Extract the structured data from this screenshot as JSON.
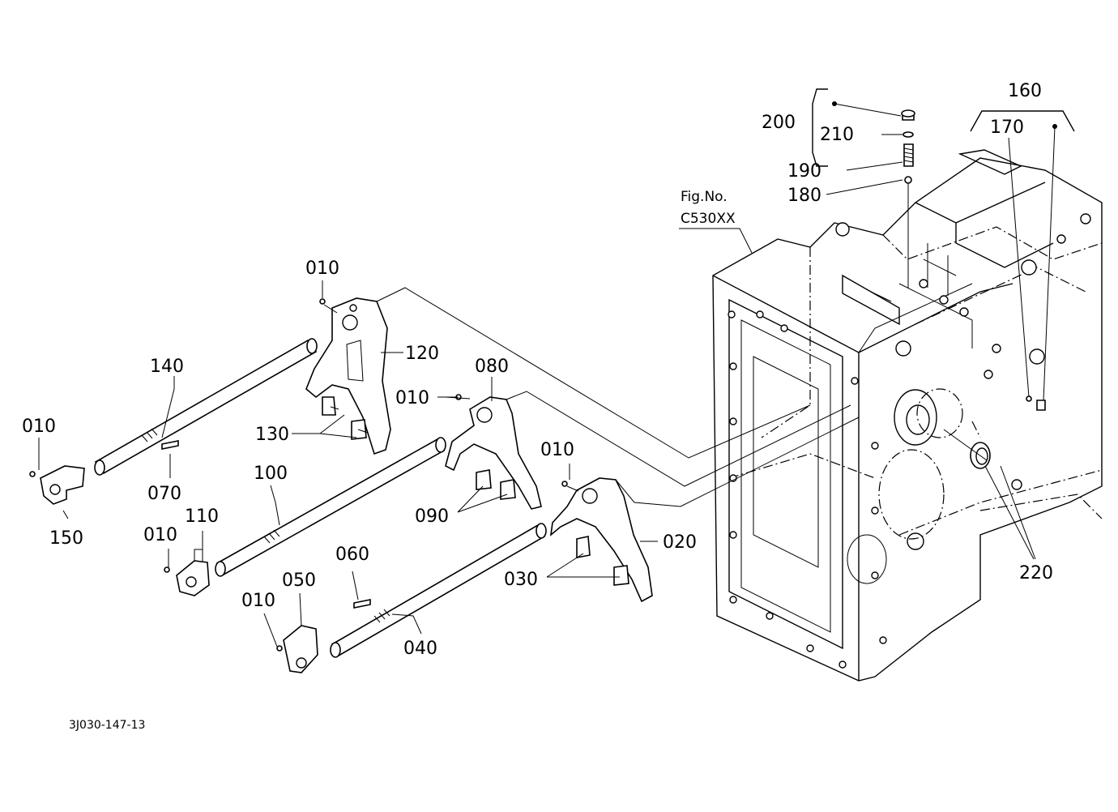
{
  "figure": {
    "fig_ref_line1": "Fig.No.",
    "fig_ref_line2": "C530XX",
    "drawing_code": "3J030-147-13"
  },
  "callouts": {
    "p010_a": "010",
    "p010_b": "010",
    "p010_c": "010",
    "p010_d": "010",
    "p010_e": "010",
    "p010_f": "010",
    "p020": "020",
    "p030": "030",
    "p040": "040",
    "p050": "050",
    "p060": "060",
    "p070": "070",
    "p080": "080",
    "p090": "090",
    "p100": "100",
    "p110": "110",
    "p120": "120",
    "p130": "130",
    "p140": "140",
    "p150": "150",
    "p160": "160",
    "p170": "170",
    "p180": "180",
    "p190": "190",
    "p200": "200",
    "p210": "210",
    "p220": "220"
  }
}
